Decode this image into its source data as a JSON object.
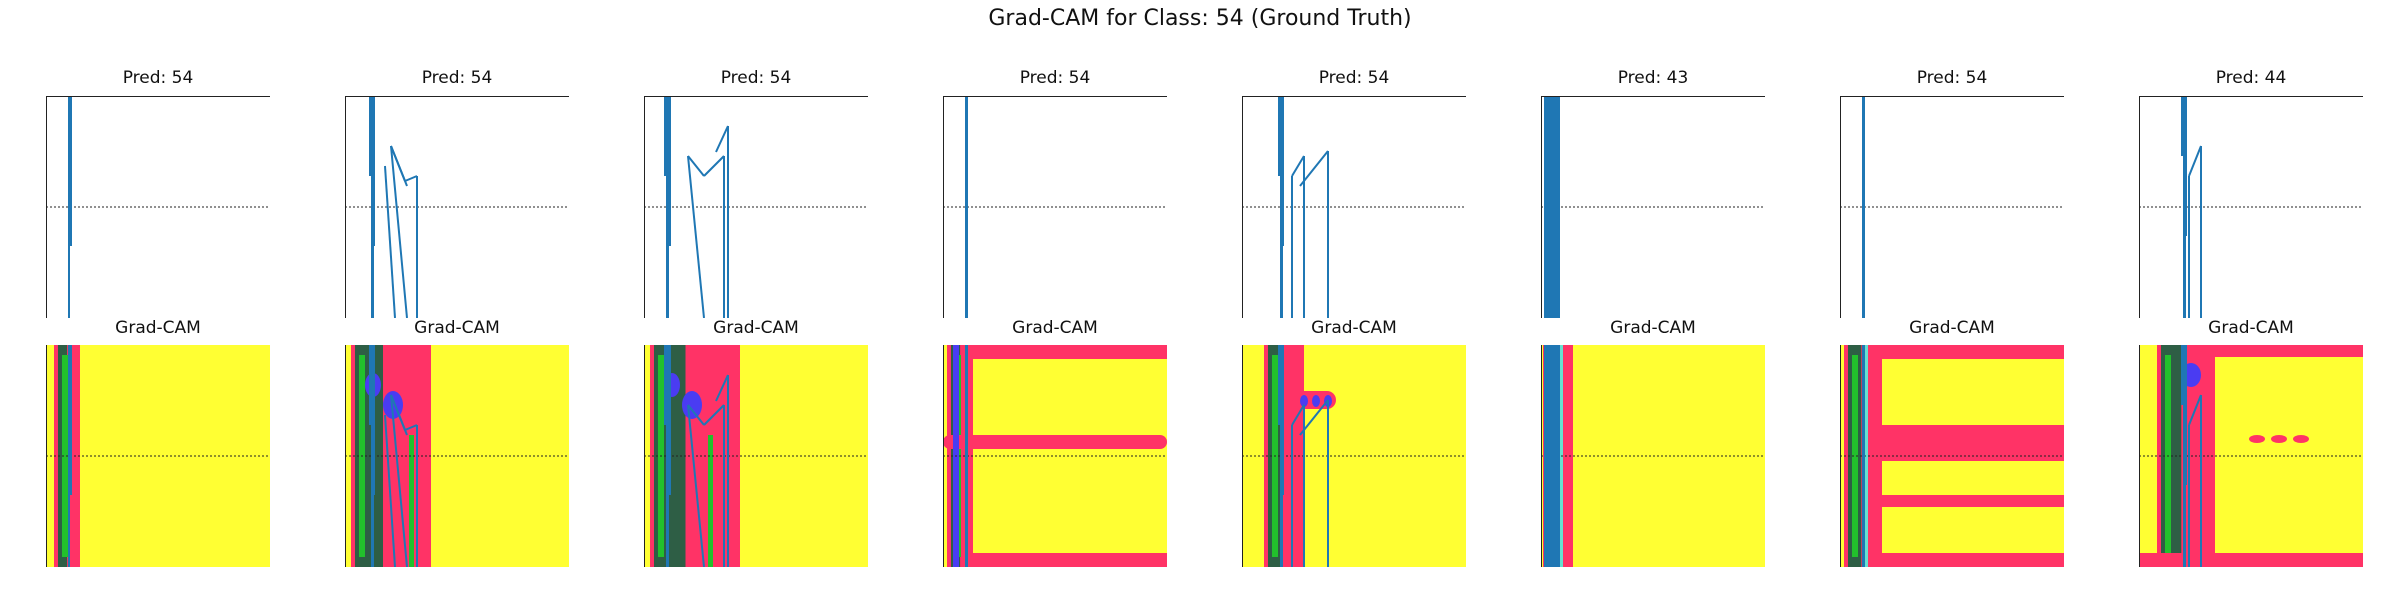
{
  "figure": {
    "suptitle": "Grad-CAM for Class: 54 (Ground Truth)"
  },
  "colors": {
    "signal": "#1f77b4",
    "heat_low": "#ffff33",
    "heat_mid": "#ff3366",
    "heat_green": "#22c12c",
    "heat_cyan": "#66e0d0",
    "heat_blue": "#4a3cf2",
    "heat_dark": "#2e5e45",
    "baseline": "#222222"
  },
  "chart_data": [
    {
      "type": "line",
      "title": "Pred: 54",
      "cam_title": "Grad-CAM",
      "pred": 54
    },
    {
      "type": "line",
      "title": "Pred: 54",
      "cam_title": "Grad-CAM",
      "pred": 54
    },
    {
      "type": "line",
      "title": "Pred: 54",
      "cam_title": "Grad-CAM",
      "pred": 54
    },
    {
      "type": "line",
      "title": "Pred: 54",
      "cam_title": "Grad-CAM",
      "pred": 54
    },
    {
      "type": "line",
      "title": "Pred: 54",
      "cam_title": "Grad-CAM",
      "pred": 54
    },
    {
      "type": "line",
      "title": "Pred: 43",
      "cam_title": "Grad-CAM",
      "pred": 43
    },
    {
      "type": "line",
      "title": "Pred: 54",
      "cam_title": "Grad-CAM",
      "pred": 54
    },
    {
      "type": "line",
      "title": "Pred: 44",
      "cam_title": "Grad-CAM",
      "pred": 44
    }
  ]
}
